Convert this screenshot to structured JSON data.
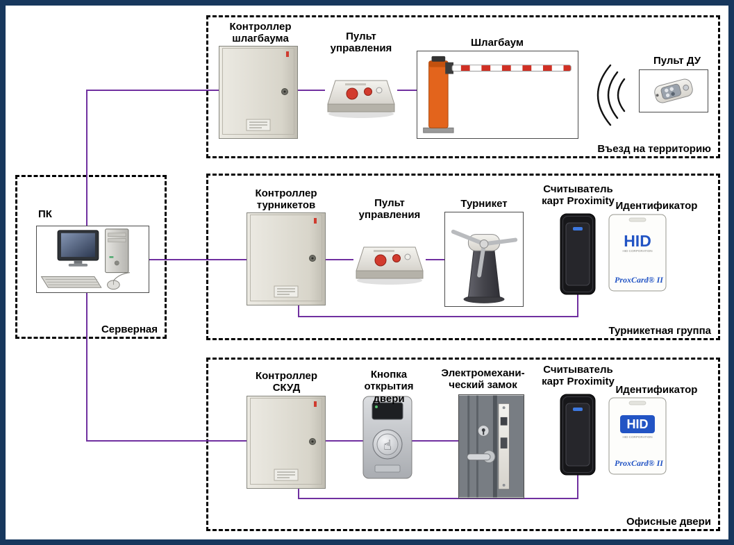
{
  "colors": {
    "frame": "#17375d",
    "wire": "#7030a0",
    "dashed_border": "#000000",
    "barrier_orange": "#e3641c",
    "hid_blue": "#2254c4"
  },
  "server_room": {
    "label": "Серверная",
    "pc": {
      "label": "ПК"
    }
  },
  "entry_group": {
    "label": "Въезд на территорию",
    "barrier_controller": {
      "label": "Контроллер\nшлагбаума"
    },
    "control_panel": {
      "label": "Пульт\nуправления"
    },
    "barrier": {
      "label": "Шлагбаум"
    },
    "remote": {
      "label": "Пульт ДУ"
    }
  },
  "turnstile_group": {
    "label": "Турникетная группа",
    "turnstile_controller": {
      "label": "Контроллер\nтурникетов"
    },
    "control_panel": {
      "label": "Пульт\nуправления"
    },
    "turnstile": {
      "label": "Турникет"
    },
    "card_reader": {
      "label": "Считыватель\nкарт Proximity"
    },
    "identifier": {
      "label": "Идентификатор"
    }
  },
  "door_group": {
    "label": "Офисные двери",
    "acs_controller": {
      "label": "Контроллер\nСКУД"
    },
    "door_button": {
      "label": "Кнопка\nоткрытия двери"
    },
    "lock": {
      "label": "Электромехани-\nческий замок"
    },
    "card_reader": {
      "label": "Считыватель\nкарт Proximity"
    },
    "identifier": {
      "label": "Идентификатор"
    }
  },
  "card": {
    "brand": "HID",
    "brand_sub": "HID CORPORATION",
    "model": "ProxCard® II"
  }
}
